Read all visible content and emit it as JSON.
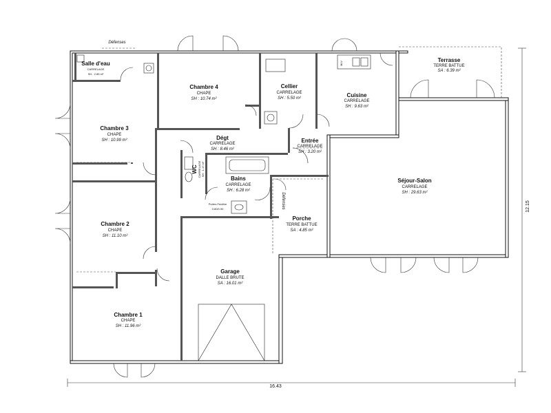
{
  "rooms": {
    "salle_eau": {
      "name": "Salle d'eau",
      "material": "CARRELAGE",
      "area": "SH : 2.85 m²"
    },
    "chambre4": {
      "name": "Chambre 4",
      "material": "CHAPE",
      "area": "SH : 10.74 m²"
    },
    "cellier": {
      "name": "Cellier",
      "material": "CARRELAGE",
      "area": "SH : 5.50 m²"
    },
    "cuisine": {
      "name": "Cuisine",
      "material": "CARRELAGE",
      "area": "SH : 9.63 m²"
    },
    "terrasse": {
      "name": "Terrasse",
      "material": "TERRE BATTUE",
      "area": "SA : 6.39 m²"
    },
    "chambre3": {
      "name": "Chambre 3",
      "material": "CHAPE",
      "area": "SH : 10.99 m²"
    },
    "degt": {
      "name": "Dégt",
      "material": "CARRELAGE",
      "area": "SH : 8.46 m²"
    },
    "entree": {
      "name": "Entrée",
      "material": "CARRELAGE",
      "area": "SH : 3.20 m²"
    },
    "wc": {
      "name": "WC",
      "material": "CARRELAGE",
      "area": "SH : 1.17 m²"
    },
    "bains": {
      "name": "Bains",
      "material": "CARRELAGE",
      "area": "SH : 6.28 m²"
    },
    "sejour": {
      "name": "Séjour-Salon",
      "material": "CARRELAGE",
      "area": "SH : 29.63 m²"
    },
    "chambre2": {
      "name": "Chambre 2",
      "material": "CHAPE",
      "area": "SH : 11.10 m²"
    },
    "porche": {
      "name": "Porche",
      "material": "TERRE BATTUE",
      "area": "SA : 4.85 m²"
    },
    "garage": {
      "name": "Garage",
      "material": "DALLE BRUTE",
      "area": "SA : 16.01 m²"
    },
    "chambre1": {
      "name": "Chambre 1",
      "material": "CHAPE",
      "area": "SH : 11.96 m²"
    }
  },
  "labels": {
    "defenses_top": "Défenses",
    "defenses_side": "Défenses",
    "mlv": "MLV",
    "fixture_note1": "Portes Fenêtre",
    "fixture_note2": "0.80/0.90"
  },
  "dimensions": {
    "width": "16.43",
    "height": "12.15"
  },
  "colors": {
    "wall": "#555555",
    "line": "#111111",
    "background": "#ffffff"
  }
}
